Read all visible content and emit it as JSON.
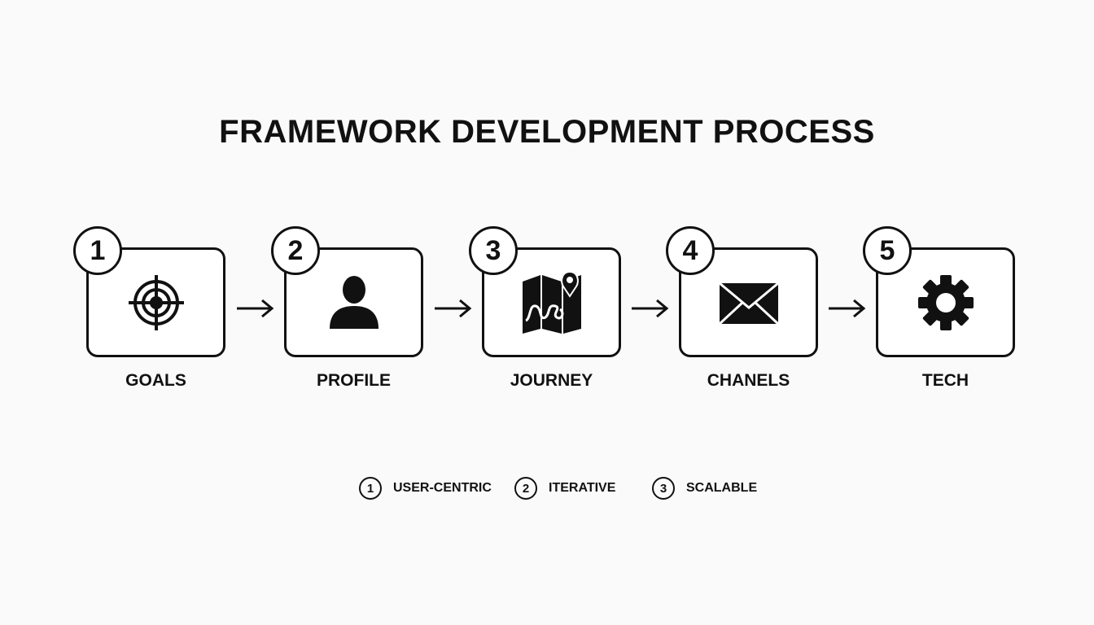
{
  "title": "FRAMEWORK DEVELOPMENT PROCESS",
  "steps": [
    {
      "number": "1",
      "label": "GOALS",
      "icon": "target-icon"
    },
    {
      "number": "2",
      "label": "PROFILE",
      "icon": "user-icon"
    },
    {
      "number": "3",
      "label": "JOURNEY",
      "icon": "map-icon"
    },
    {
      "number": "4",
      "label": "CHANELS",
      "icon": "envelope-icon"
    },
    {
      "number": "5",
      "label": "TECH",
      "icon": "gear-icon"
    }
  ],
  "principles": [
    {
      "number": "1",
      "label": "USER-CENTRIC"
    },
    {
      "number": "2",
      "label": "ITERATIVE"
    },
    {
      "number": "3",
      "label": "SCALABLE"
    }
  ],
  "colors": {
    "stroke": "#111111",
    "background": "#fafafa"
  }
}
